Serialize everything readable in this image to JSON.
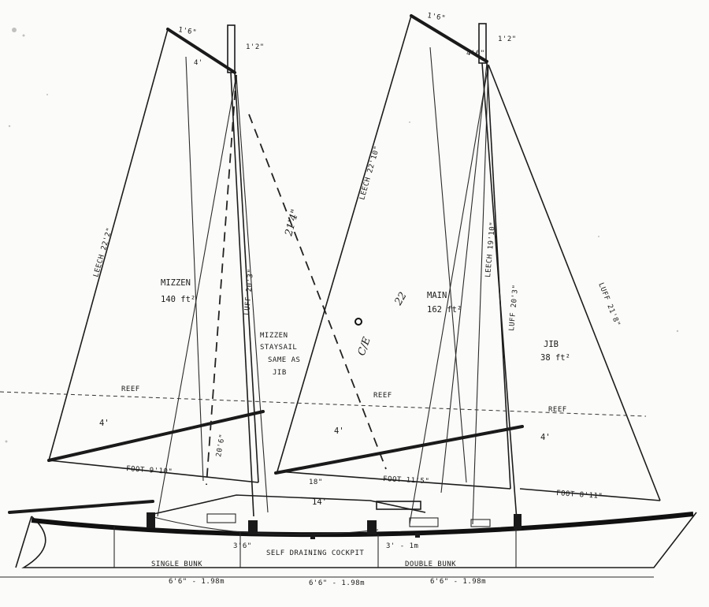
{
  "sails": {
    "mizzen": {
      "name": "MIZZEN",
      "area": "140 ft²",
      "leech": "LEECH 22'2\"",
      "luff": "LUFF 20'3\"",
      "foot": "FOOT 9'10\"",
      "head": "1'6\"",
      "gaff": "4'",
      "mast_top": "1'2\""
    },
    "mizzen_staysail": {
      "line1": "MIZZEN",
      "line2": "STAYSAIL",
      "line3": "SAME AS",
      "line4": "JIB"
    },
    "main": {
      "name": "MAIN",
      "area": "162 ft²",
      "leech": "LEECH 22'10\"",
      "luff": "LUFF 20'3\"",
      "foot": "FOOT 11'5\"",
      "head": "1'6\"",
      "gaff": "4'6\"",
      "mast_top": "1'2\"",
      "leech_inner": "LEECH 19'10\""
    },
    "jib": {
      "name": "JIB",
      "area": "38 ft²",
      "luff": "LUFF 21'8\"",
      "foot": "FOOT 8'11\""
    }
  },
  "reef": {
    "left": "REEF",
    "center": "REEF",
    "right": "REEF",
    "height": "4'"
  },
  "dims": {
    "diag": "21'4\"",
    "ce": "22",
    "cle": "C/E",
    "mizzen_stay": "20'6\"",
    "cockpit_len": "14'",
    "freeboard": "3'6\"",
    "freeboard2": "3' - 1m",
    "bow_small": "18\""
  },
  "hull": {
    "cockpit": "SELF DRAINING COCKPIT",
    "single": "SINGLE BUNK",
    "double": "DOUBLE BUNK"
  },
  "stations": {
    "left": "6'6\" - 1.98m",
    "center": "6'6\" - 1.98m",
    "right": "6'6\" - 1.98m"
  }
}
